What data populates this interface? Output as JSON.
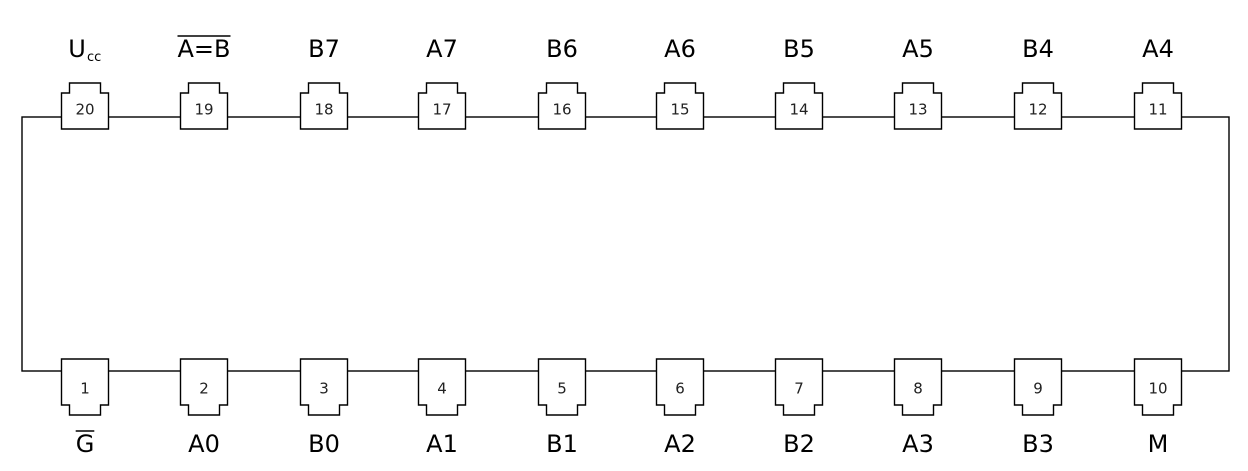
{
  "chip": {
    "top_pins": [
      {
        "number": "20",
        "signal": "U",
        "signal_sub": "cc",
        "overbar": false
      },
      {
        "number": "19",
        "signal": "A=B",
        "overbar": true
      },
      {
        "number": "18",
        "signal": "B7",
        "overbar": false
      },
      {
        "number": "17",
        "signal": "A7",
        "overbar": false
      },
      {
        "number": "16",
        "signal": "B6",
        "overbar": false
      },
      {
        "number": "15",
        "signal": "A6",
        "overbar": false
      },
      {
        "number": "14",
        "signal": "B5",
        "overbar": false
      },
      {
        "number": "13",
        "signal": "A5",
        "overbar": false
      },
      {
        "number": "12",
        "signal": "B4",
        "overbar": false
      },
      {
        "number": "11",
        "signal": "A4",
        "overbar": false
      }
    ],
    "bottom_pins": [
      {
        "number": "1",
        "signal": "G",
        "overbar": true
      },
      {
        "number": "2",
        "signal": "A0",
        "overbar": false
      },
      {
        "number": "3",
        "signal": "B0",
        "overbar": false
      },
      {
        "number": "4",
        "signal": "A1",
        "overbar": false
      },
      {
        "number": "5",
        "signal": "B1",
        "overbar": false
      },
      {
        "number": "6",
        "signal": "A2",
        "overbar": false
      },
      {
        "number": "7",
        "signal": "B2",
        "overbar": false
      },
      {
        "number": "8",
        "signal": "A3",
        "overbar": false
      },
      {
        "number": "9",
        "signal": "B3",
        "overbar": false
      },
      {
        "number": "10",
        "signal": "M",
        "overbar": false
      }
    ]
  }
}
